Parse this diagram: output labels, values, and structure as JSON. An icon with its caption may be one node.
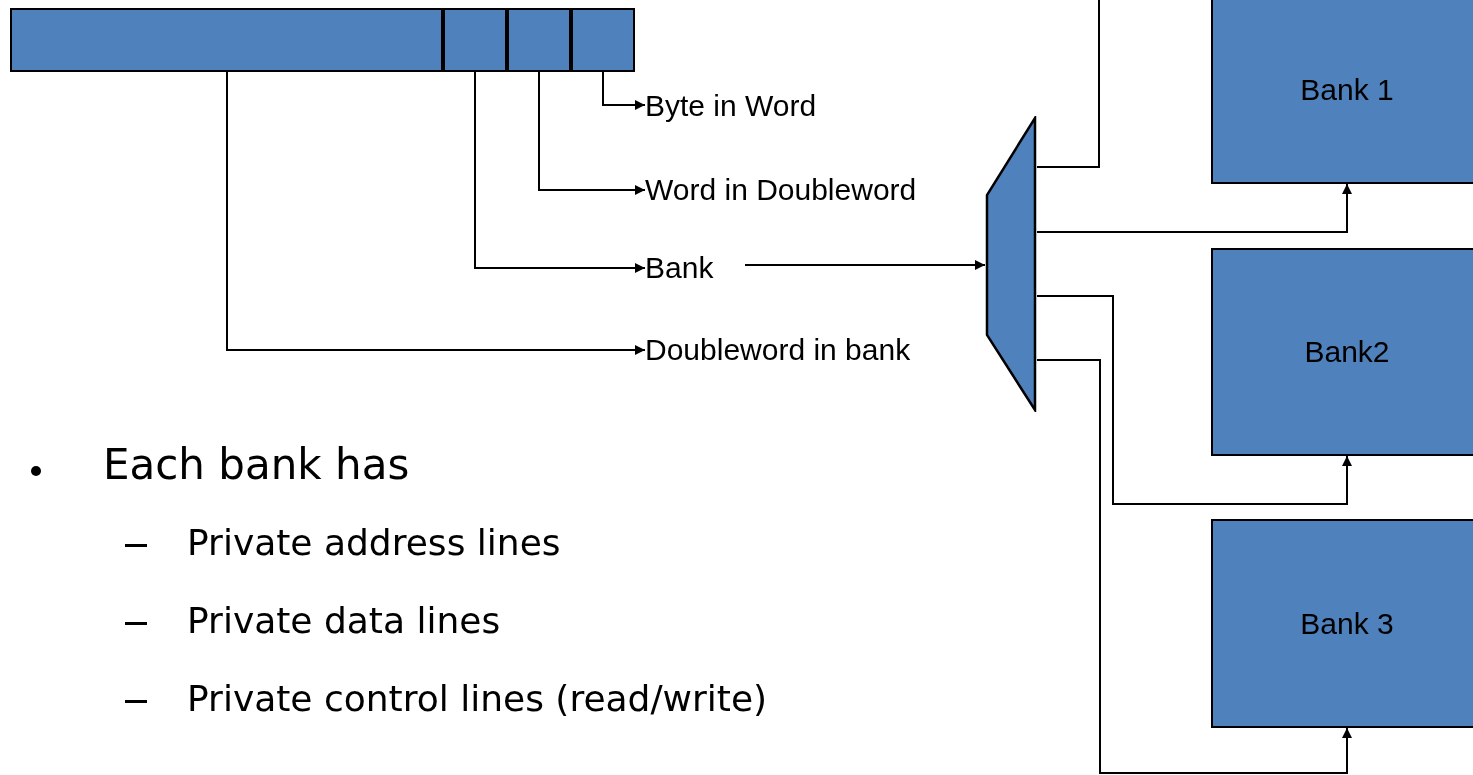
{
  "diagram": {
    "nodes": [
      {
        "text": [],
        "shape": "box"
      },
      {
        "text": [],
        "shape": "box"
      },
      {
        "text": [],
        "shape": "box"
      },
      {
        "text": [],
        "shape": "box"
      },
      {
        "text": [
          "Byte in Word"
        ]
      },
      {
        "text": [
          "Word in Doubleword"
        ]
      },
      {
        "text": [
          "Bank"
        ]
      },
      {
        "text": [
          "Doubleword in bank"
        ]
      },
      {
        "text": [],
        "shape": "trapezoid"
      },
      {
        "text": [
          "Bank 1"
        ]
      },
      {
        "text": [
          "Bank2"
        ]
      },
      {
        "text": [
          "Bank 3"
        ]
      }
    ],
    "edges": [
      {
        "from": 3,
        "to": 4,
        "arrow": "to"
      },
      {
        "from": 2,
        "to": 5,
        "arrow": "to"
      },
      {
        "from": 1,
        "to": 6,
        "arrow": "to"
      },
      {
        "from": 0,
        "to": 7,
        "arrow": "to"
      },
      {
        "from": 6,
        "to": 8,
        "arrow": "to"
      },
      {
        "from": 8,
        "to": 9,
        "arrow": "to"
      },
      {
        "from": 8,
        "to": 10,
        "arrow": "to"
      },
      {
        "from": 8,
        "to": 11,
        "arrow": "to"
      },
      {
        "from": 8,
        "to": null,
        "arrow": "none"
      }
    ],
    "labels": [
      "Each bank has",
      "Private address lines",
      "Private data lines",
      "Private control lines (read/write)"
    ]
  }
}
